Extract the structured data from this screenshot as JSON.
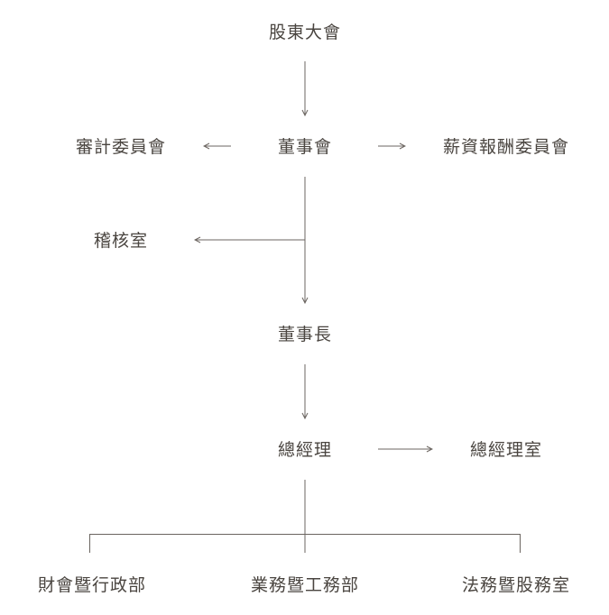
{
  "colors": {
    "text": "#4a4540",
    "line": "#6b6560",
    "background": "#ffffff"
  },
  "nodes": {
    "shareholders_meeting": "股東大會",
    "audit_committee": "審計委員會",
    "board_of_directors": "董事會",
    "remuneration_committee": "薪資報酬委員會",
    "audit_office": "稽核室",
    "chairman": "董事長",
    "general_manager": "總經理",
    "general_manager_office": "總經理室",
    "finance_accounting_admin": "財會暨行政部",
    "business_engineering": "業務暨工務部",
    "legal_shareholder_affairs": "法務暨股務室"
  }
}
